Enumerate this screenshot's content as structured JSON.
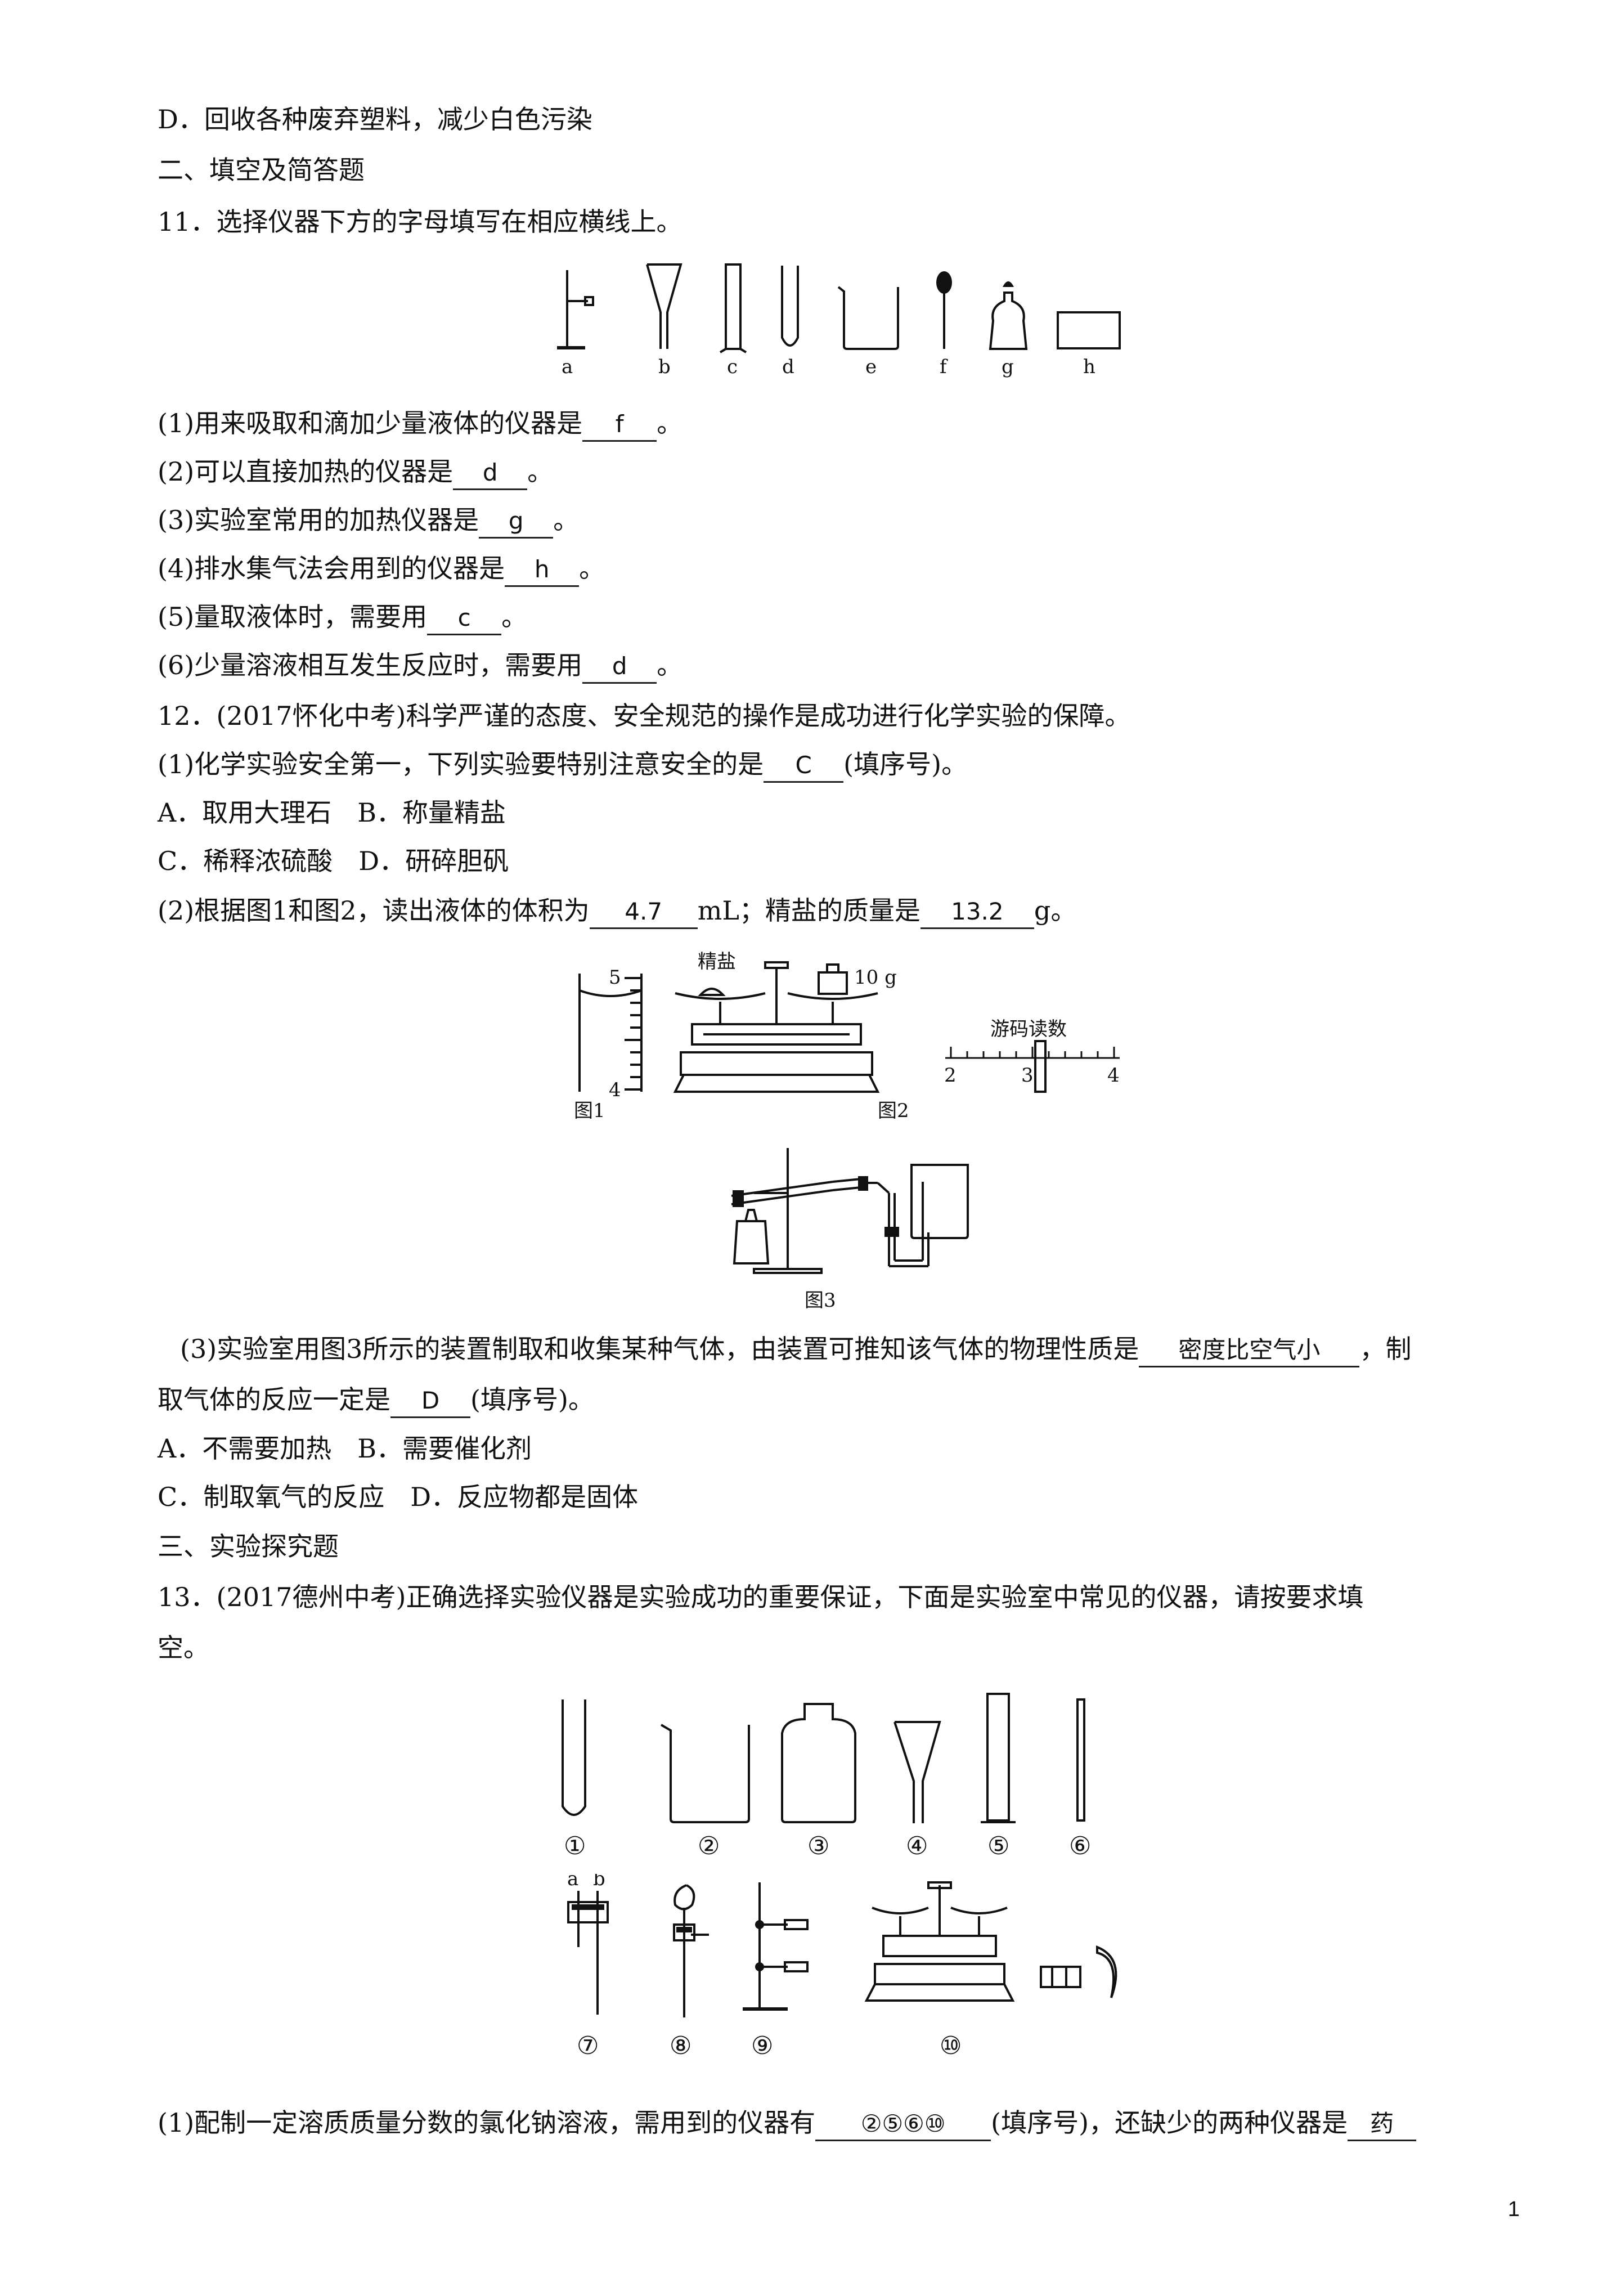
{
  "lines": {
    "l1": "D．回收各种废弃塑料，减少白色污染",
    "l2": "二、填空及简答题",
    "l3": "11．选择仪器下方的字母填写在相应横线上。",
    "q11_1_pre": "(1)用来吸取和滴加少量液体的仪器是",
    "q11_1_ans": "f",
    "q11_1_post": "。",
    "q11_2_pre": "(2)可以直接加热的仪器是",
    "q11_2_ans": "d",
    "q11_2_post": "。",
    "q11_3_pre": "(3)实验室常用的加热仪器是",
    "q11_3_ans": "g",
    "q11_3_post": "。",
    "q11_4_pre": "(4)排水集气法会用到的仪器是",
    "q11_4_ans": "h",
    "q11_4_post": "。",
    "q11_5_pre": "(5)量取液体时，需要用",
    "q11_5_ans": "c",
    "q11_5_post": "。",
    "q11_6_pre": "(6)少量溶液相互发生反应时，需要用",
    "q11_6_ans": "d",
    "q11_6_post": "。",
    "q12": "12．(2017怀化中考)科学严谨的态度、安全规范的操作是成功进行化学实验的保障。",
    "q12_1_pre": "(1)化学实验安全第一，下列实验要特别注意安全的是",
    "q12_1_ans": "C",
    "q12_1_post": "(填序号)。",
    "q12_1_A": "A．取用大理石　B．称量精盐",
    "q12_1_C": "C．稀释浓硫酸　D．研碎胆矾",
    "q12_2_pre": "(2)根据图1和图2，读出液体的体积为",
    "q12_2_ans1": "4.7",
    "q12_2_mid": "mL；精盐的质量是",
    "q12_2_ans2": "13.2",
    "q12_2_post": "g。",
    "q12_3_pre": "(3)实验室用图3所示的装置制取和收集某种气体，由装置可推知该气体的物理性质是",
    "q12_3_ans1": "密度比空气小",
    "q12_3_post1": "，制",
    "q12_3_line2_pre": "取气体的反应一定是",
    "q12_3_ans2": "D",
    "q12_3_line2_post": "(填序号)。",
    "q12_3_A": "A．不需要加热　B．需要催化剂",
    "q12_3_C": "C．制取氧气的反应　D．反应物都是固体",
    "sec3": "三、实验探究题",
    "q13_l1": "13．(2017德州中考)正确选择实验仪器是实验成功的重要保证，下面是实验室中常见的仪器，请按要求填",
    "q13_l2": "空。",
    "q13_1_pre": "(1)配制一定溶质质量分数的氯化钠溶液，需用到的仪器有",
    "q13_1_ans": "②⑤⑥⑩",
    "q13_1_mid": "(填序号)，还缺少的两种仪器是",
    "q13_1_ans2": "药"
  },
  "figures": {
    "fig11_labels": [
      "a",
      "b",
      "c",
      "d",
      "e",
      "f",
      "g",
      "h"
    ],
    "fig12": {
      "fig1_caption": "图1",
      "fig2_caption": "图2",
      "fig3_caption": "图3",
      "cyl_top": "5",
      "cyl_bottom": "4",
      "salt_label": "精盐",
      "weight_label": "10 g",
      "rider_title": "游码读数",
      "rider_ticks": [
        "2",
        "3",
        "4"
      ]
    },
    "fig13_labels_row1": [
      "①",
      "②",
      "③",
      "④",
      "⑤",
      "⑥"
    ],
    "fig13_labels_row2": [
      "⑦",
      "⑧",
      "⑨",
      "⑩"
    ],
    "fig13_ab": [
      "a",
      "b"
    ]
  },
  "page_number": "1"
}
